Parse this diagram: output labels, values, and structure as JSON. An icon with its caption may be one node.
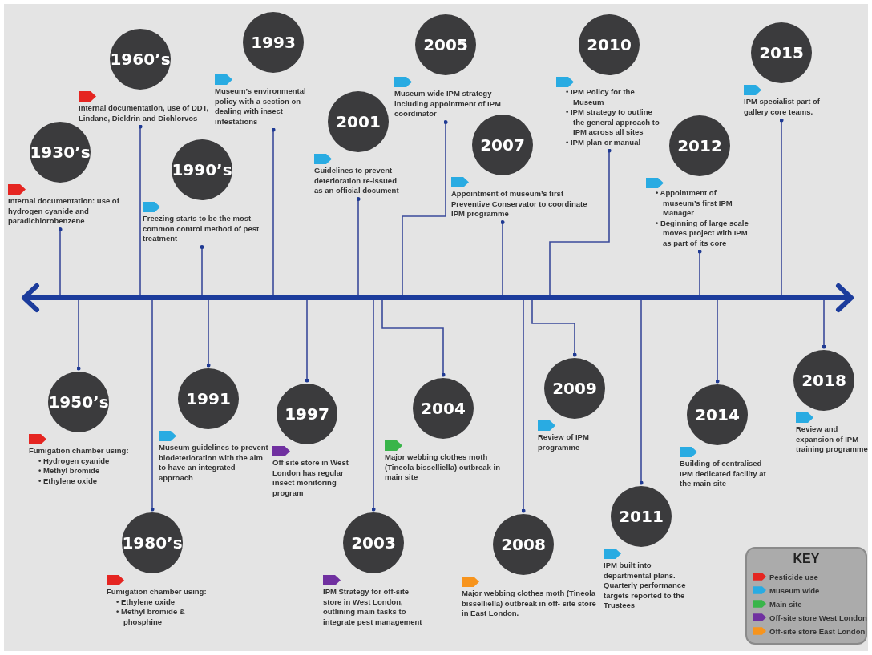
{
  "diagram": {
    "nodes": [
      {
        "text": [],
        "shape": "bar"
      },
      {
        "text": [
          "1930’s"
        ],
        "beside": [
          "Internal documentation: use of hydrogen cyanide and paradichlorobenzene"
        ]
      },
      {
        "text": [
          "1950’s"
        ],
        "beside": [
          "Fumigation chamber using:",
          "• Hydrogen cyanide",
          "• Methyl bromide",
          "• Ethylene oxide"
        ]
      },
      {
        "text": [
          "1960’s"
        ],
        "beside": [
          "Internal documentation, use of DDT, Lindane, Dieldrin and Dichlorvos"
        ]
      },
      {
        "text": [
          "1980’s"
        ],
        "beside": [
          "Fumigation chamber using:",
          "• Ethylene oxide",
          "• Methyl bromide & phosphine"
        ]
      },
      {
        "text": [
          "1990’s"
        ],
        "beside": [
          "Freezing starts to be the most common control method of pest treatment"
        ]
      },
      {
        "text": [
          "1991"
        ],
        "beside": [
          "Museum guidelines to prevent biodeterioration with the aim to have an integrated approach"
        ]
      },
      {
        "text": [
          "1993"
        ],
        "beside": [
          "Museum’s environmental policy with a section on dealing with insect infestations"
        ]
      },
      {
        "text": [
          "1997"
        ],
        "beside": [
          "Off site store in West London has regular insect monitoring program"
        ]
      },
      {
        "text": [
          "2001"
        ],
        "beside": [
          "Guidelines to prevent deterioration re-issued as an official document"
        ]
      },
      {
        "text": [
          "2003"
        ],
        "beside": [
          "IPM Strategy for off-site store in West London, outlining main tasks to integrate pest management"
        ]
      },
      {
        "text": [
          "2004"
        ],
        "beside": [
          "Major webbing clothes moth (Tineola bisselliella) outbreak in main site"
        ]
      },
      {
        "text": [
          "2005"
        ],
        "beside": [
          "Museum wide IPM strategy including appointment of IPM coordinator"
        ]
      },
      {
        "text": [
          "2007"
        ],
        "beside": [
          "Appointment of museum’s first Preventive Conservator to coordinate IPM programme"
        ]
      },
      {
        "text": [
          "2008"
        ],
        "beside": [
          "Major webbing clothes moth (Tineola bisselliella) outbreak in off- site store in East London."
        ]
      },
      {
        "text": [
          "2009"
        ],
        "beside": [
          "Review of IPM programme"
        ]
      },
      {
        "text": [
          "2010"
        ],
        "beside": [
          "• IPM Policy for the Museum",
          "• IPM strategy to outline the general approach to IPM across all sites",
          "• IPM plan or manual"
        ]
      },
      {
        "text": [
          "2011"
        ],
        "beside": [
          "IPM built into departmental plans. Quarterly performance targets reported to the Trustees"
        ]
      },
      {
        "text": [
          "2012"
        ],
        "beside": [
          "• Appointment of museum’s first IPM Manager",
          "• Beginning of large scale moves project with IPM as part of its core"
        ]
      },
      {
        "text": [
          "2014"
        ],
        "beside": [
          "Building of centralised IPM dedicated facility at the main site"
        ]
      },
      {
        "text": [
          "2015"
        ],
        "beside": [
          "IPM specialist part of  gallery core teams."
        ]
      },
      {
        "text": [
          "2018"
        ],
        "beside": [
          "Review and expansion of IPM training programme"
        ]
      }
    ],
    "edges": [
      {
        "from": 0,
        "to": 1,
        "arrow": "other"
      },
      {
        "from": 0,
        "to": 2,
        "arrow": "other"
      },
      {
        "from": 0,
        "to": 3,
        "arrow": "other"
      },
      {
        "from": 0,
        "to": 4,
        "arrow": "other"
      },
      {
        "from": 0,
        "to": 5,
        "arrow": "other"
      },
      {
        "from": 0,
        "to": 6,
        "arrow": "other"
      },
      {
        "from": 0,
        "to": 7,
        "arrow": "other"
      },
      {
        "from": 0,
        "to": 8,
        "arrow": "other"
      },
      {
        "from": 0,
        "to": 9,
        "arrow": "other"
      },
      {
        "from": 0,
        "to": 10,
        "arrow": "other"
      },
      {
        "from": 0,
        "to": 11,
        "arrow": "other"
      },
      {
        "from": 0,
        "to": 12,
        "arrow": "other"
      },
      {
        "from": 0,
        "to": 13,
        "arrow": "other"
      },
      {
        "from": 0,
        "to": 14,
        "arrow": "other"
      },
      {
        "from": 0,
        "to": 15,
        "arrow": "other"
      },
      {
        "from": 0,
        "to": 16,
        "arrow": "other"
      },
      {
        "from": 0,
        "to": 17,
        "arrow": "other"
      },
      {
        "from": 0,
        "to": 18,
        "arrow": "other"
      },
      {
        "from": 0,
        "to": 19,
        "arrow": "other"
      },
      {
        "from": 0,
        "to": 20,
        "arrow": "other"
      },
      {
        "from": 0,
        "to": 21,
        "arrow": "other"
      }
    ],
    "labels": [
      "KEY"
    ],
    "legend": [
      {
        "text": "Pesticide use",
        "color": "#e52521"
      },
      {
        "text": "Museum wide",
        "color": "#29abe2"
      },
      {
        "text": "Main site",
        "color": "#39b54a"
      },
      {
        "text": "Off-site store West London",
        "color": "#7030a0"
      },
      {
        "text": "Off-site store East London",
        "color": "#f7941d"
      }
    ]
  }
}
